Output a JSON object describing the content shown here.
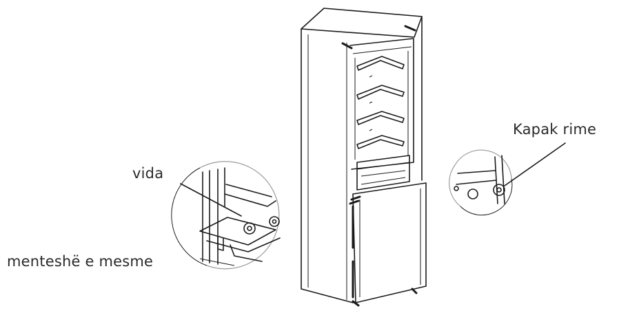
{
  "labels": {
    "screw": "vida",
    "middle_hinge": "menteshë e mesme",
    "hinge_cap": "Kapak rime"
  }
}
